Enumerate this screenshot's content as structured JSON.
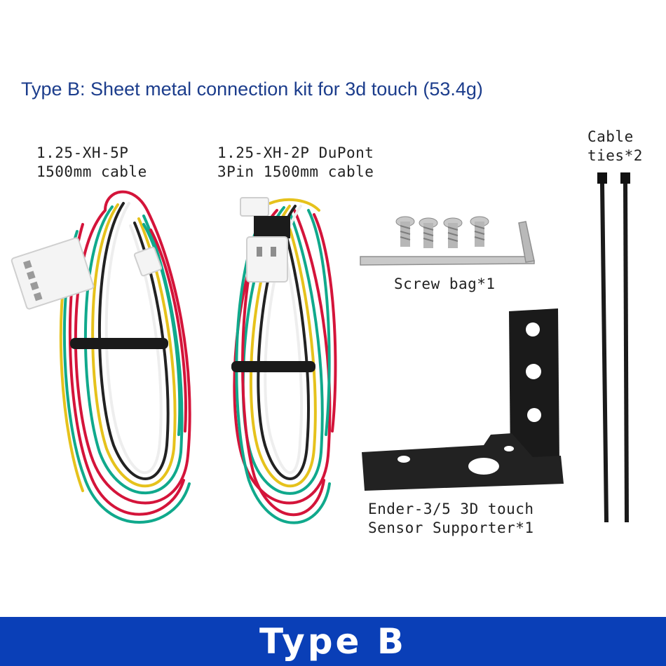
{
  "header": {
    "title": "Type B: Sheet metal connection kit for 3d touch (53.4g)"
  },
  "items": {
    "cable_5p": {
      "line1": "1.25-XH-5P",
      "line2": "1500mm cable"
    },
    "cable_2p": {
      "line1": "1.25-XH-2P DuPont",
      "line2": "3Pin 1500mm cable"
    },
    "cable_ties": {
      "line1": "Cable",
      "line2": "ties*2"
    },
    "screw_bag": {
      "line1": "Screw bag*1"
    },
    "bracket": {
      "line1": "Ender-3/5 3D touch",
      "line2": "Sensor Supporter*1"
    }
  },
  "footer": {
    "label": "Type B"
  },
  "colors": {
    "title": "#1c3d8c",
    "banner": "#0a3fb7",
    "wire_red": "#d4143a",
    "wire_green": "#10a98c",
    "wire_yellow": "#e6c21c",
    "wire_black": "#222222",
    "bracket": "#1a1a1a"
  }
}
